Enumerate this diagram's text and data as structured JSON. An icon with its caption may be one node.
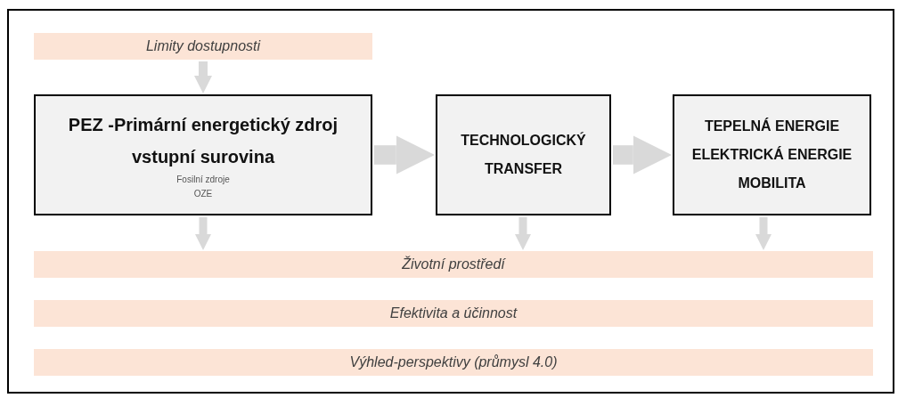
{
  "diagram": {
    "nodes": [
      {
        "text": [
          "Limity dostupnosti"
        ]
      },
      {
        "text": [
          "PEZ -Primární energetický zdroj vstupní surovina",
          "Fosilní zdroje",
          "OZE"
        ]
      },
      {
        "text": [
          "TECHNOLOGICKÝ TRANSFER"
        ]
      },
      {
        "text": [
          "TEPELNÁ ENERGIE",
          "ELEKTRICKÁ ENERGIE",
          "MOBILITA"
        ]
      },
      {
        "text": [
          "Životní prostředí"
        ]
      },
      {
        "text": [
          "Efektivita a účinnost"
        ]
      },
      {
        "text": [
          "Výhled-perspektivy (průmysl 4.0)"
        ]
      }
    ],
    "edges": [
      {
        "from": 0,
        "to": 1,
        "arrow": "to"
      },
      {
        "from": 1,
        "to": 2,
        "arrow": "to",
        "style": "thick"
      },
      {
        "from": 2,
        "to": 3,
        "arrow": "to",
        "style": "thick"
      },
      {
        "from": 1,
        "to": 4,
        "arrow": "to"
      },
      {
        "from": 2,
        "to": 4,
        "arrow": "to"
      },
      {
        "from": 3,
        "to": 4,
        "arrow": "to"
      }
    ]
  }
}
